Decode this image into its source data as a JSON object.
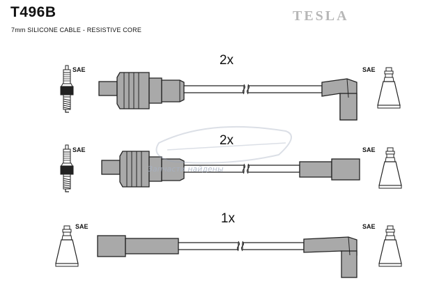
{
  "header": {
    "code": "T496B",
    "subtitle": "7mm SILICONE CABLE - RESISTIVE CORE",
    "brand": "TESLA"
  },
  "rows": [
    {
      "quantity": "2x",
      "left_label": "SAE",
      "right_label": "SAE",
      "left_end": "spark-plug",
      "boot": "ribbed"
    },
    {
      "quantity": "2x",
      "left_label": "SAE",
      "right_label": "SAE",
      "left_end": "spark-plug",
      "boot": "ribbed"
    },
    {
      "quantity": "1x",
      "left_label": "SAE",
      "right_label": "SAE",
      "left_end": "terminal",
      "boot": "straight"
    }
  ],
  "watermark": {
    "logo": "autoparts-logo",
    "text": "Запчасти найдены"
  },
  "colors": {
    "stroke": "#222222",
    "part_fill": "#a9a9a9",
    "wire_fill": "#ffffff",
    "brand": "#b7b7b7"
  }
}
